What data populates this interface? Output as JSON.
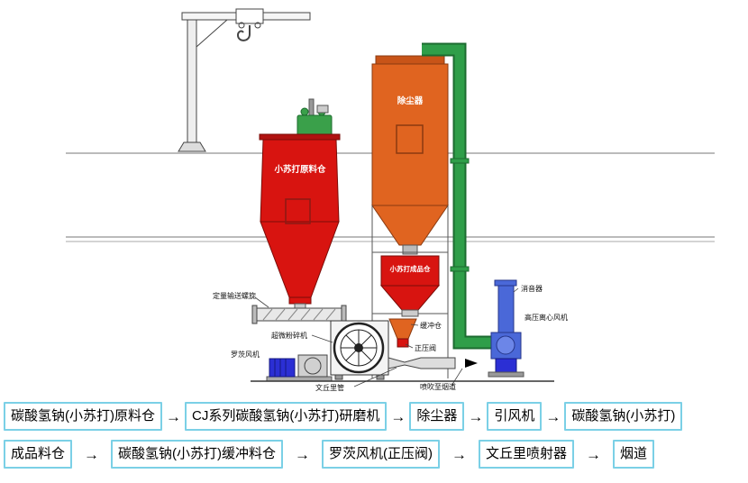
{
  "diagram": {
    "labels": {
      "raw_silo": "小苏打原料仓",
      "dust_collector": "除尘器",
      "product_silo": "小苏打成品仓",
      "screw_conveyor": "定量输送螺旋",
      "grinder": "超微粉碎机",
      "roots_blower": "罗茨风机",
      "venturi_tube": "文丘里管",
      "buffer_bin": "缓冲仓",
      "positive_pressure_valve": "正压阀",
      "blow_to_flue": "喷吹至烟道",
      "silencer": "消音器",
      "hp_centrifugal_fan": "高压离心风机"
    },
    "colors": {
      "silo_red": "#d81410",
      "collector_orange": "#e06420",
      "pipe_green": "#2f9e49",
      "motor_blue": "#2b2fd4",
      "fan_blue": "#4a68d8",
      "outline": "#333333"
    }
  },
  "flowchart": {
    "arrow": "→",
    "border_color": "#7bd0e6",
    "row1": [
      "碳酸氢钠(小苏打)原料仓",
      "CJ系列碳酸氢钠(小苏打)研磨机",
      "除尘器",
      "引风机",
      "碳酸氢钠(小苏打)"
    ],
    "row2": [
      "成品料仓",
      "碳酸氢钠(小苏打)缓冲料仓",
      "罗茨风机(正压阀)",
      "文丘里喷射器",
      "烟道"
    ]
  }
}
